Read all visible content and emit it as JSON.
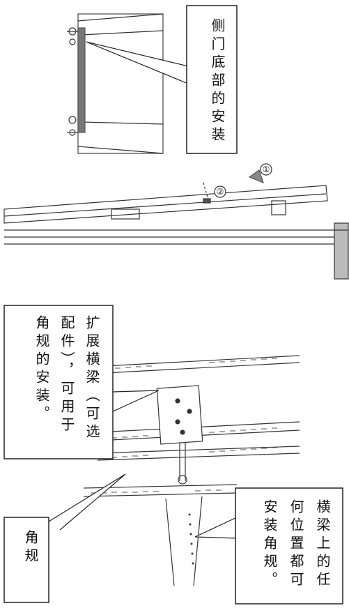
{
  "callouts": {
    "side_door": "侧门底部的安装",
    "step_1": "①",
    "step_2": "②",
    "extension_beam": "扩展横梁（可选配件），可用于角规的安装。",
    "cross_beam": "横梁上的任何位置都可安装角规。",
    "angle_gauge": "角规"
  }
}
